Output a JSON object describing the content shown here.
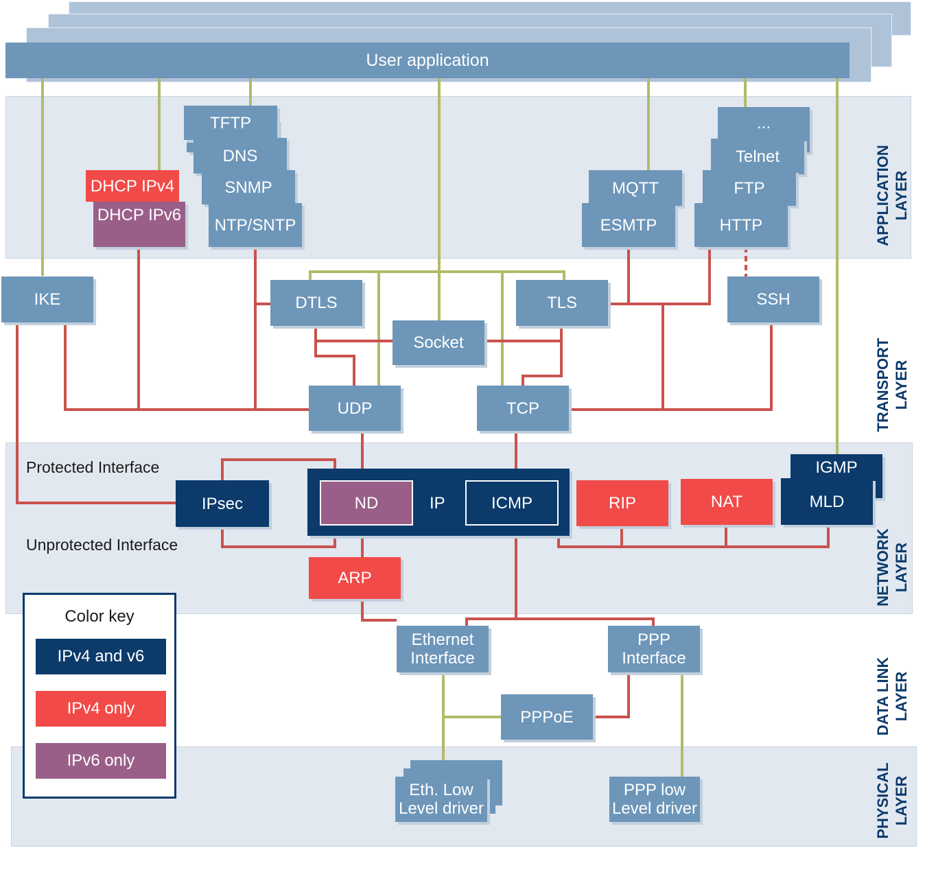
{
  "colors": {
    "ipv4_and_v6": "#0b3a6b",
    "ipv4_only": "#f14a48",
    "ipv6_only": "#9a5f89",
    "stack_block": "#6d96b9",
    "link_red": "#c9524e",
    "link_olive": "#b3ba6a",
    "layer_band": "#e1e8f0"
  },
  "layers": {
    "application": "APPLICATION\nLAYER",
    "transport": "TRANSPORT\nLAYER",
    "network": "NETWORK\nLAYER",
    "data_link": "DATA LINK\nLAYER",
    "physical": "PHYSICAL\nLAYER"
  },
  "user_application": "User application",
  "application": {
    "tftp": "TFTP",
    "dns": "DNS",
    "snmp": "SNMP",
    "ntp": "NTP/SNTP",
    "dhcp4": "DHCP IPv4",
    "dhcp6": "DHCP IPv6",
    "mqtt": "MQTT",
    "esmtp": "ESMTP",
    "ellipsis": "...",
    "telnet": "Telnet",
    "ftp": "FTP",
    "http": "HTTP"
  },
  "transport": {
    "ike": "IKE",
    "dtls": "DTLS",
    "tls": "TLS",
    "ssh": "SSH",
    "socket": "Socket",
    "udp": "UDP",
    "tcp": "TCP"
  },
  "network": {
    "protected": "Protected Interface",
    "unprotected": "Unprotected Interface",
    "ipsec": "IPsec",
    "nd": "ND",
    "ip": "IP",
    "icmp": "ICMP",
    "rip": "RIP",
    "nat": "NAT",
    "igmp": "IGMP",
    "mld": "MLD",
    "arp": "ARP"
  },
  "datalink": {
    "ethernet": "Ethernet\nInterface",
    "ppp": "PPP\nInterface",
    "pppoe": "PPPoE"
  },
  "physical": {
    "eth_driver": "Eth. Low\nLevel driver",
    "ppp_driver": "PPP low\nLevel driver"
  },
  "legend": {
    "title": "Color key",
    "items": [
      "IPv4 and v6",
      "IPv4 only",
      "IPv6 only"
    ]
  }
}
